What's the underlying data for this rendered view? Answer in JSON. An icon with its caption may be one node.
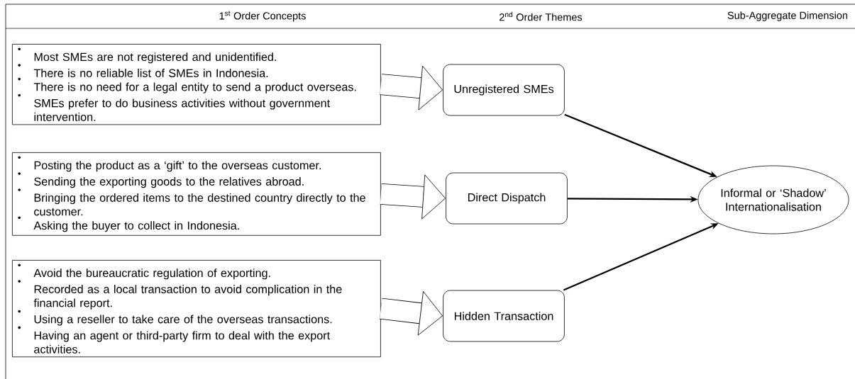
{
  "diagram": {
    "nodes": [
      {
        "text": [
          "Most SMEs are not registered and unidentified.",
          "There is no reliable list of SMEs in Indonesia.",
          "There is no need for a legal entity to send a product overseas.",
          "SMEs prefer to do business activities without government intervention."
        ]
      },
      {
        "text": [
          "Unregistered SMEs"
        ]
      },
      {
        "text": [
          "Posting the product as a ‘gift’ to the overseas customer.",
          "Sending the exporting goods to the relatives abroad.",
          "Bringing the ordered items to the destined country directly to the customer.",
          "Asking the buyer to collect in Indonesia."
        ]
      },
      {
        "text": [
          "Direct Dispatch"
        ]
      },
      {
        "text": [
          "Avoid the bureaucratic regulation of exporting.",
          "Recorded as a local transaction to avoid complication in the financial report.",
          "Using a reseller to take care of the overseas transactions.",
          "Having an agent or third-party firm to deal with the export activities."
        ]
      },
      {
        "text": [
          "Hidden Transaction"
        ]
      },
      {
        "text": [
          "Informal or ‘Shadow’ Internationalisation"
        ]
      }
    ],
    "edges": [
      {
        "from": 0,
        "to": 1,
        "arrow": "to",
        "style": "thick"
      },
      {
        "from": 2,
        "to": 3,
        "arrow": "to",
        "style": "thick"
      },
      {
        "from": 4,
        "to": 5,
        "arrow": "to",
        "style": "thick"
      },
      {
        "from": 1,
        "to": 6,
        "arrow": "to"
      },
      {
        "from": 3,
        "to": 6,
        "arrow": "to"
      },
      {
        "from": 5,
        "to": 6,
        "arrow": "to"
      }
    ],
    "labels": [
      "1$^{st}$ Order Concepts",
      "2$^{nd}$ Order Themes",
      "Sub-Aggregate Dimension"
    ]
  }
}
